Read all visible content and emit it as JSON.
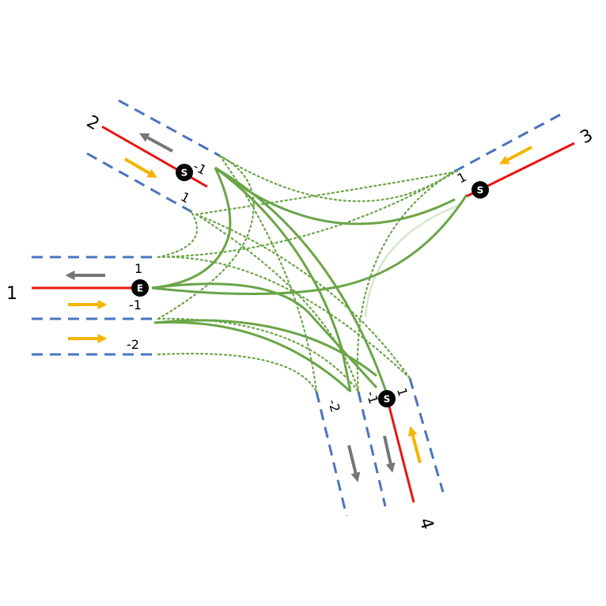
{
  "colors": {
    "reference_line": "#e8150f",
    "lane_boundary": "#4a74c0",
    "connection_solid": "#6aa547",
    "connection_dotted": "#6aa547",
    "arrow_gray": "#767676",
    "arrow_yellow": "#f5b400",
    "node_fill": "#000000",
    "node_text": "#ffffff",
    "faint_curve": "#d6e8c8"
  },
  "roads": [
    {
      "id": "road-1",
      "label": "1"
    },
    {
      "id": "road-2",
      "label": "2"
    },
    {
      "id": "road-3",
      "label": "3"
    },
    {
      "id": "road-4",
      "label": "4"
    }
  ],
  "nodes": [
    {
      "id": "road-1-end",
      "label": "E"
    },
    {
      "id": "road-2-start",
      "label": "S"
    },
    {
      "id": "road-3-start",
      "label": "S"
    },
    {
      "id": "road-4-start",
      "label": "S"
    }
  ],
  "lane_labels": {
    "road1": [
      "1",
      "-1",
      "-2"
    ],
    "road2": [
      "-1",
      "1"
    ],
    "road3": [
      "1"
    ],
    "road4": [
      "1",
      "-1",
      "-2"
    ]
  },
  "icons": [
    "gray-arrow-icon",
    "yellow-arrow-icon"
  ]
}
